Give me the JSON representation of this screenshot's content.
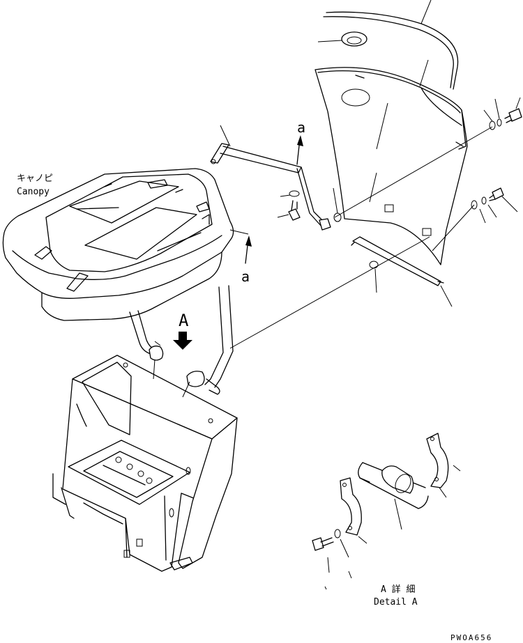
{
  "labels": {
    "canopy_jp": "キャノピ",
    "canopy_en": "Canopy",
    "view_a": "A",
    "ref_a_top": "a",
    "ref_a_left": "a",
    "detail_jp": "A 詳 細",
    "detail_en": "Detail A",
    "drawing_code": "PWOA656"
  }
}
